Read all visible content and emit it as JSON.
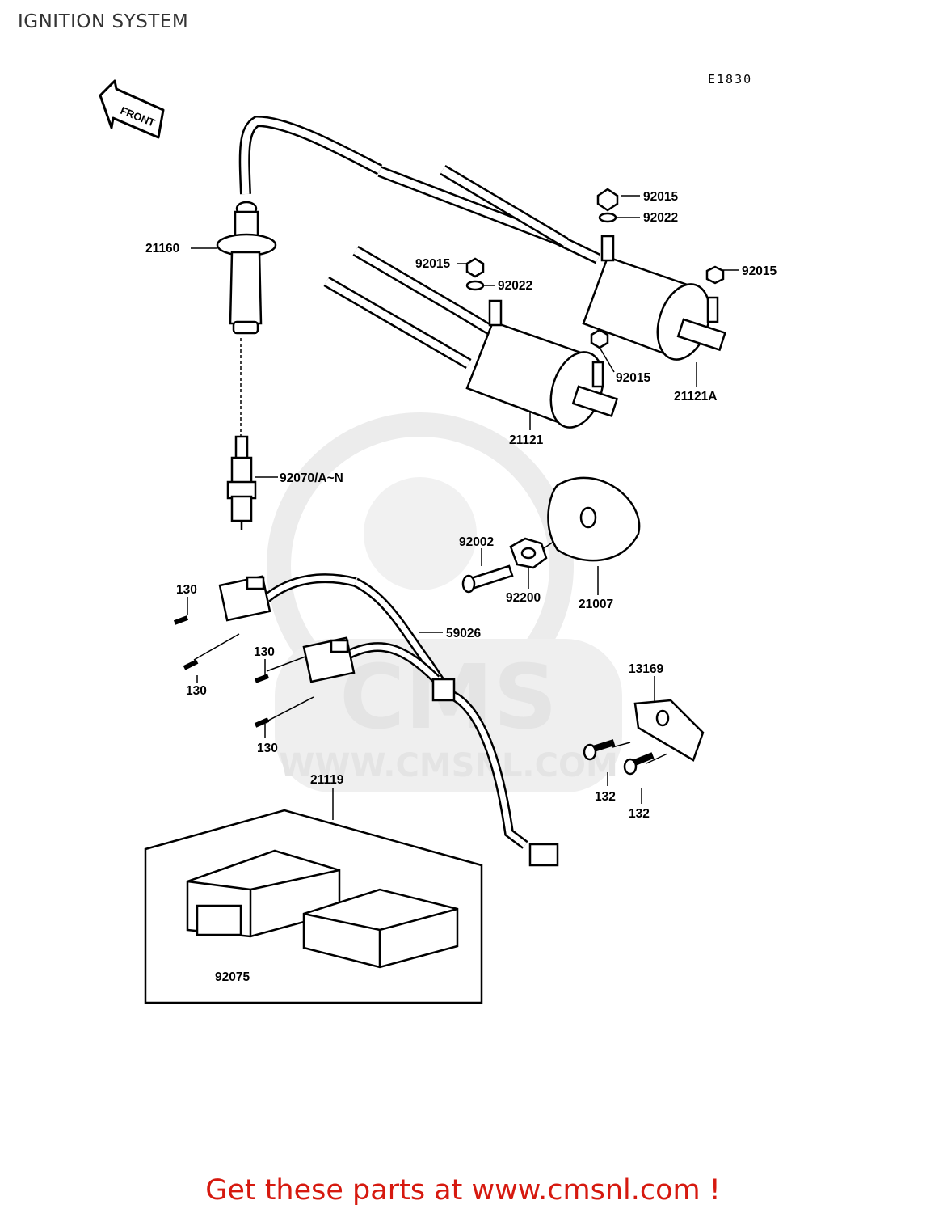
{
  "title": "IGNITION SYSTEM",
  "diagram_code": "E1830",
  "front_label": "FRONT",
  "watermark": {
    "logo_text": "CMS",
    "url_text": "WWW.CMSNL.COM"
  },
  "callouts": {
    "c21160": "21160",
    "c92015_a": "92015",
    "c92022_a": "92022",
    "c92015_b": "92015",
    "c92015_c": "92015",
    "c92022_b": "92022",
    "c92015_d": "92015",
    "c21121A": "21121A",
    "c21121": "21121",
    "c92070": "92070/A~N",
    "c92002": "92002",
    "c92200": "92200",
    "c21007": "21007",
    "c130_a": "130",
    "c130_b": "130",
    "c130_c": "130",
    "c130_d": "130",
    "c59026": "59026",
    "c13169": "13169",
    "c132_a": "132",
    "c132_b": "132",
    "c21119": "21119",
    "c92075": "92075"
  },
  "footer": "Get these parts at www.cmsnl.com !"
}
